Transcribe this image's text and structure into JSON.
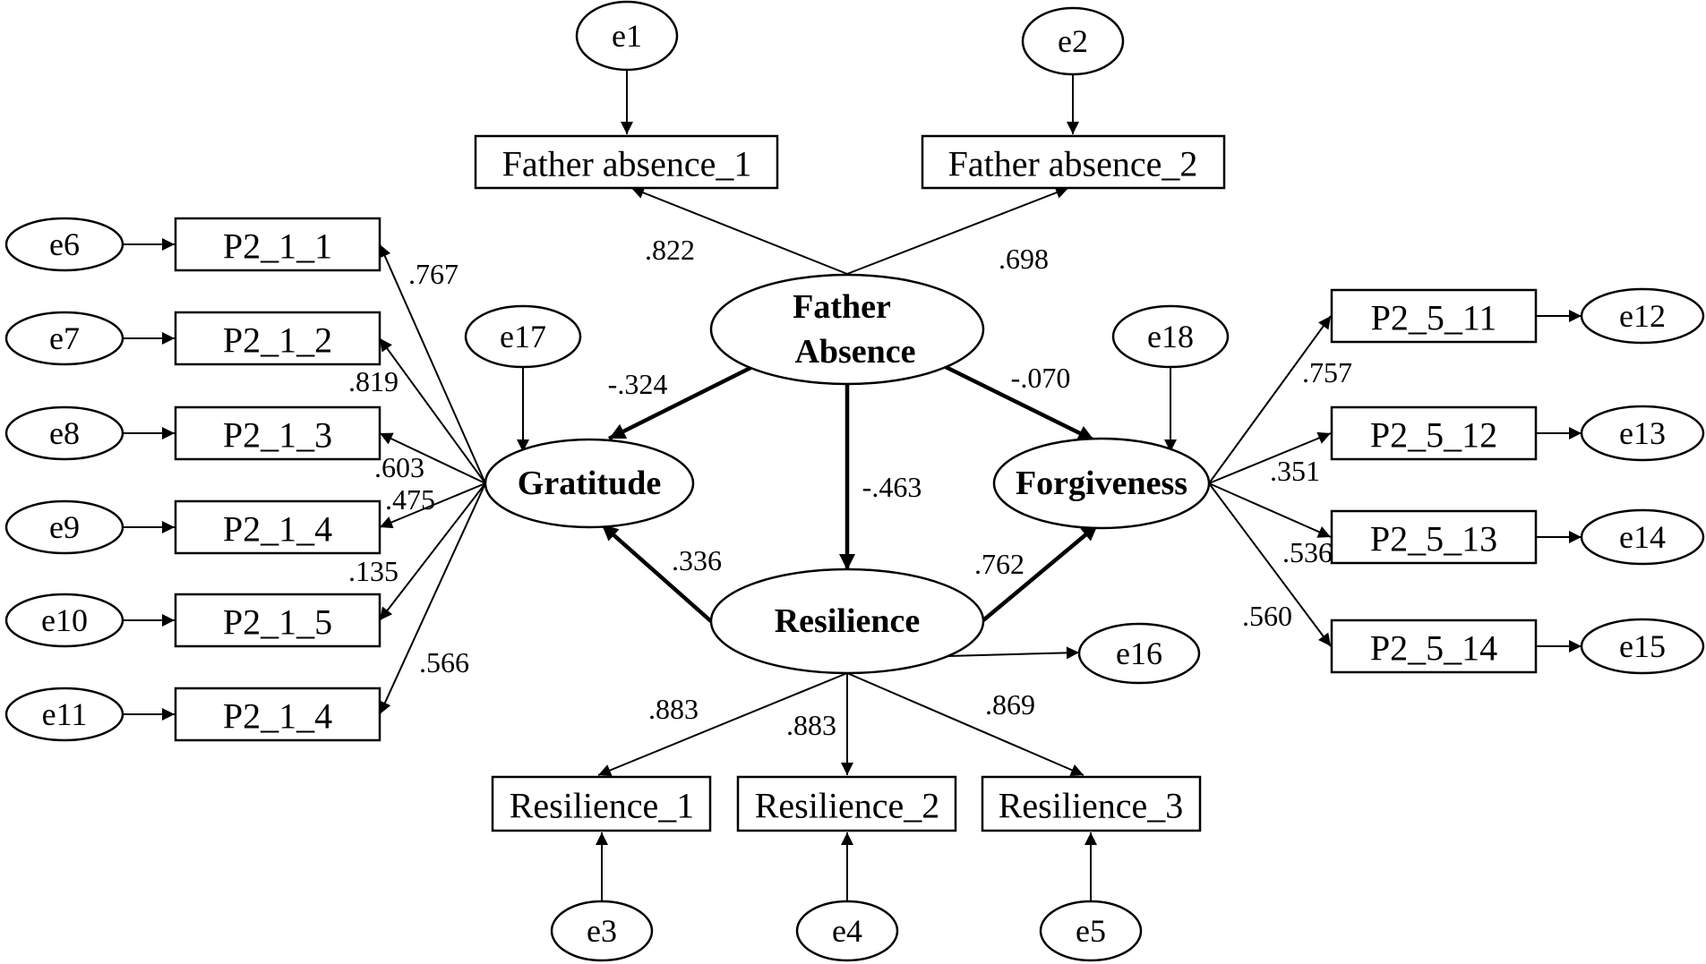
{
  "diagram": {
    "latents": {
      "father_absence": [
        "Father",
        "Absence"
      ],
      "gratitude": "Gratitude",
      "forgiveness": "Forgiveness",
      "resilience": "Resilience"
    },
    "indicators": {
      "fa1": "Father absence_1",
      "fa2": "Father absence_2",
      "g1": "P2_1_1",
      "g2": "P2_1_2",
      "g3": "P2_1_3",
      "g4": "P2_1_4",
      "g5": "P2_1_5",
      "g6": "P2_1_4",
      "f1": "P2_5_11",
      "f2": "P2_5_12",
      "f3": "P2_5_13",
      "f4": "P2_5_14",
      "r1": "Resilience_1",
      "r2": "Resilience_2",
      "r3": "Resilience_3"
    },
    "errors": {
      "e1": "e1",
      "e2": "e2",
      "e3": "e3",
      "e4": "e4",
      "e5": "e5",
      "e6": "e6",
      "e7": "e7",
      "e8": "e8",
      "e9": "e9",
      "e10": "e10",
      "e11": "e11",
      "e12": "e12",
      "e13": "e13",
      "e14": "e14",
      "e15": "e15",
      "e16": "e16",
      "e17": "e17",
      "e18": "e18"
    },
    "loadings": {
      "fa1": ".822",
      "fa2": ".698",
      "g1": ".767",
      "g2": ".819",
      "g3": ".603",
      "g4": ".475",
      "g5": ".135",
      "g6": ".566",
      "f1": ".757",
      "f2": ".351",
      "f3": ".536",
      "f4": ".560",
      "r1": ".883",
      "r2": ".883",
      "r3": ".869"
    },
    "paths": {
      "fa_to_gratitude": "-.324",
      "fa_to_forgiveness": "-.070",
      "fa_to_resilience": "-.463",
      "resilience_to_gratitude": ".336",
      "resilience_to_forgiveness": ".762"
    },
    "colors": {
      "stroke": "#000000",
      "background": "#ffffff"
    }
  }
}
